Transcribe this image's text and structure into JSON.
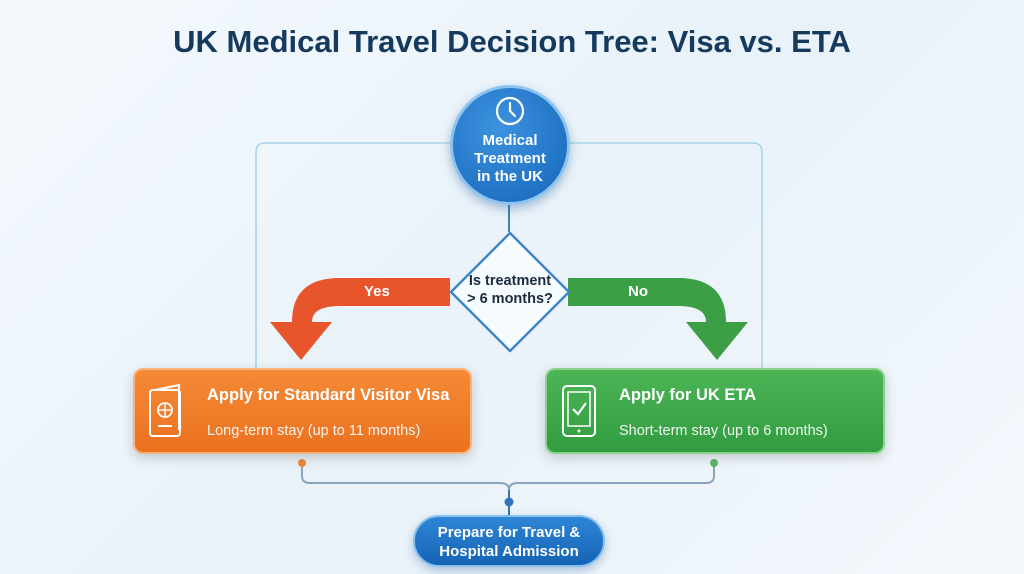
{
  "title": "UK Medical Travel Decision Tree: Visa vs. ETA",
  "start": {
    "line1": "Medical",
    "line2": "Treatment",
    "line3": "in the UK",
    "icon": "clock-icon"
  },
  "decision": {
    "line1": "Is treatment",
    "line2": "> 6 months?"
  },
  "branches": {
    "yes": "Yes",
    "no": "No"
  },
  "visa": {
    "title": "Apply for Standard Visitor Visa",
    "subtitle": "Long-term stay (up to 11 months)",
    "icon": "passport-icon",
    "color": "#ef7a27"
  },
  "eta": {
    "title": "Apply for UK ETA",
    "subtitle": "Short-term stay (up to 6 months)",
    "icon": "tablet-check-icon",
    "color": "#3aa648"
  },
  "final": {
    "line1": "Prepare for Travel &",
    "line2": "Hospital Admission"
  }
}
